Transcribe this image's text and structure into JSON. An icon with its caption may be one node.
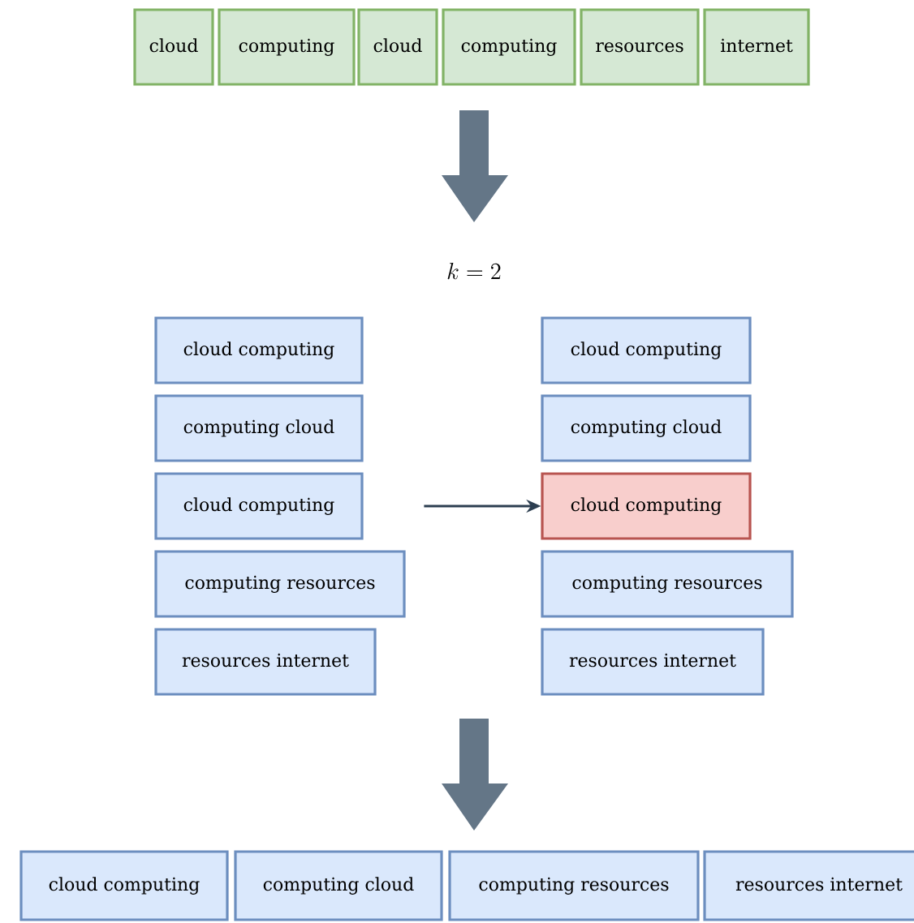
{
  "diagram": {
    "nodes": [
      {
        "text": [
          "cloud"
        ]
      },
      {
        "text": [
          "computing"
        ]
      },
      {
        "text": [
          "cloud"
        ]
      },
      {
        "text": [
          "computing"
        ]
      },
      {
        "text": [
          "resources"
        ]
      },
      {
        "text": [
          "internet"
        ]
      },
      {
        "text": [
          "cloud computing"
        ]
      },
      {
        "text": [
          "computing cloud"
        ]
      },
      {
        "text": [
          "cloud computing"
        ]
      },
      {
        "text": [
          "computing resources"
        ]
      },
      {
        "text": [
          "resources internet"
        ]
      },
      {
        "text": [
          "cloud computing"
        ]
      },
      {
        "text": [
          "computing cloud"
        ]
      },
      {
        "text": [
          "cloud computing"
        ]
      },
      {
        "text": [
          "computing resources"
        ]
      },
      {
        "text": [
          "resources internet"
        ]
      },
      {
        "text": [
          "cloud computing"
        ]
      },
      {
        "text": [
          "computing cloud"
        ]
      },
      {
        "text": [
          "computing resources"
        ]
      },
      {
        "text": [
          "resources internet"
        ]
      }
    ],
    "edges": [
      {
        "from": null,
        "to": 13,
        "arrow": "to"
      }
    ],
    "labels": [
      "k = 2"
    ]
  }
}
